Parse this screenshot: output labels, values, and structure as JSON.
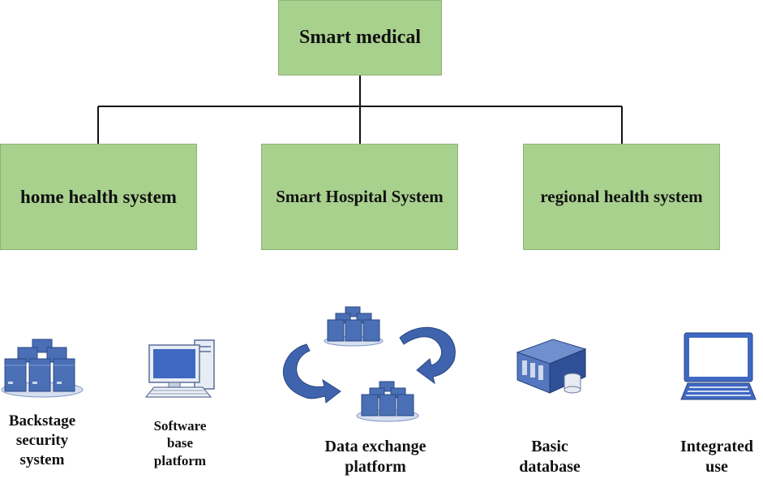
{
  "nodes": {
    "top": "Smart medical",
    "home": "home health system",
    "hospital": "Smart Hospital System",
    "regional": "regional health system"
  },
  "icons": {
    "backstage": {
      "icon": "server-cluster-icon",
      "label": [
        "Backstage",
        "security",
        "system"
      ]
    },
    "software": {
      "icon": "desktop-computer-icon",
      "label": [
        "Software",
        "base",
        "platform"
      ]
    },
    "exchange": {
      "icon": "data-exchange-cycle-icon",
      "label": [
        "Data exchange",
        "platform"
      ]
    },
    "database": {
      "icon": "server-database-icon",
      "label": [
        "Basic",
        "database"
      ]
    },
    "integrated": {
      "icon": "laptop-icon",
      "label": [
        "Integrated",
        "use"
      ]
    }
  },
  "colors": {
    "box_fill": "#a9d18e",
    "icon_blue": "#3e62a8",
    "connector": "#111111"
  }
}
